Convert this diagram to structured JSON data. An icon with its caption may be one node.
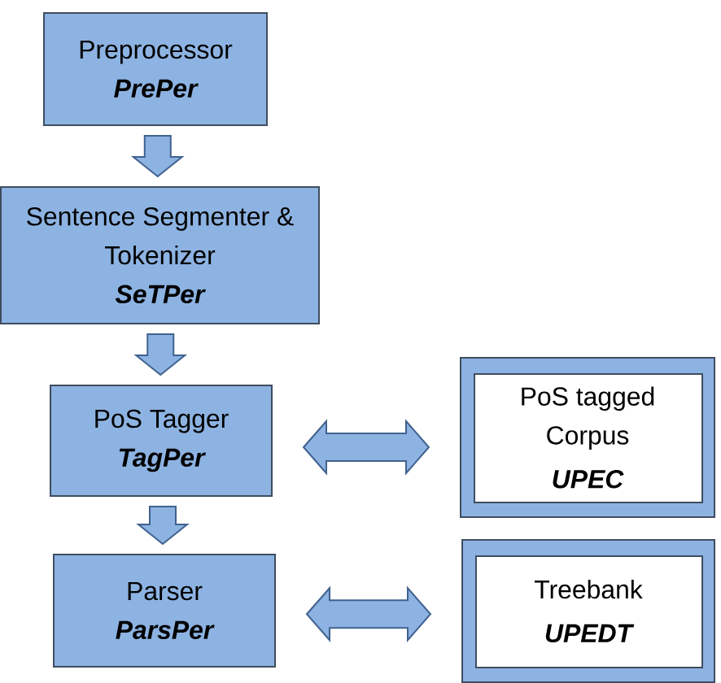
{
  "diagram": {
    "nodes": [
      {
        "text": [
          "Preprocessor",
          "PrePer"
        ]
      },
      {
        "text": [
          "Sentence Segmenter & Tokenizer",
          "SeTPer"
        ]
      },
      {
        "text": [
          "PoS Tagger",
          "TagPer"
        ]
      },
      {
        "text": [
          "Parser",
          "ParsPer"
        ]
      },
      {
        "text": [
          "PoS tagged Corpus",
          "UPEC"
        ]
      },
      {
        "text": [
          "Treebank",
          "UPEDT"
        ]
      }
    ],
    "edges": [
      {
        "from": 0,
        "to": 1,
        "arrow": "to"
      },
      {
        "from": 1,
        "to": 2,
        "arrow": "to"
      },
      {
        "from": 2,
        "to": 3,
        "arrow": "to"
      },
      {
        "from": 2,
        "to": 4,
        "arrow": "both"
      },
      {
        "from": 3,
        "to": 5,
        "arrow": "both"
      }
    ]
  }
}
